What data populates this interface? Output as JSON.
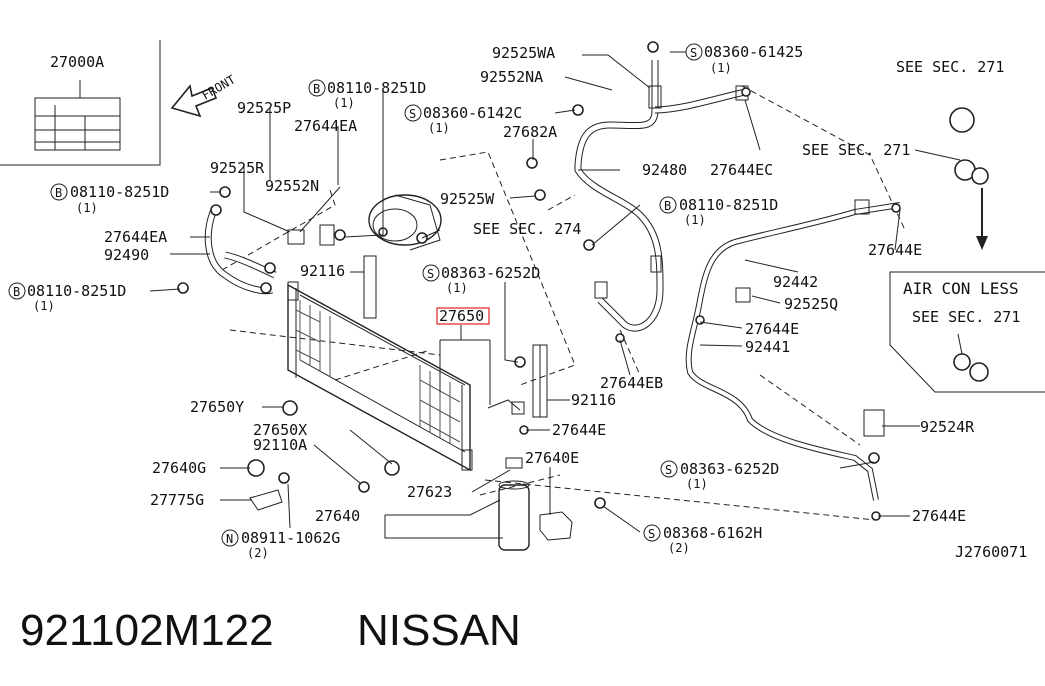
{
  "labels": {
    "l_27000A": "27000A",
    "l_front": "FRONT",
    "l_92525WA": "92525WA",
    "l_s_08360_61425": "08360-61425",
    "l_s_08360_61425_q": "(1)",
    "l_92552NA": "92552NA",
    "l_b_08110_a": "08110-8251D",
    "l_b_08110_a_q": "(1)",
    "l_s_08360_6142c": "08360-6142C",
    "l_s_08360_6142c_q": "(1)",
    "l_92525P": "92525P",
    "l_27644EA_a": "27644EA",
    "l_27682A": "27682A",
    "l_92480": "92480",
    "l_27644EC": "27644EC",
    "l_see271_a": "SEE SEC. 271",
    "l_see271_b": "SEE SEC. 271",
    "l_92525R": "92525R",
    "l_92552N": "92552N",
    "l_b_08110_b": "08110-8251D",
    "l_b_08110_b_q": "(1)",
    "l_92525W": "92525W",
    "l_b_08110_c": "08110-8251D",
    "l_b_08110_c_q": "(1)",
    "l_27644EA_b": "27644EA",
    "l_see274": "SEE SEC. 274",
    "l_27644E_a": "27644E",
    "l_92490": "92490",
    "l_92442": "92442",
    "l_92116_a": "92116",
    "l_s_08363_a": "08363-6252D",
    "l_s_08363_a_q": "(1)",
    "l_b_08110_d": "08110-8251D",
    "l_b_08110_d_q": "(1)",
    "l_92525Q": "92525Q",
    "l_27650": "27650",
    "l_27644E_b": "27644E",
    "l_92441": "92441",
    "l_27644EB": "27644EB",
    "l_27650Y": "27650Y",
    "l_92116_b": "92116",
    "l_27650X": "27650X",
    "l_27644E_c": "27644E",
    "l_92524R": "92524R",
    "l_92110A": "92110A",
    "l_27640E": "27640E",
    "l_27640G": "27640G",
    "l_s_08363_b": "08363-6252D",
    "l_s_08363_b_q": "(1)",
    "l_27623": "27623",
    "l_27775G": "27775G",
    "l_27644E_d": "27644E",
    "l_27640": "27640",
    "l_s_08368": "08368-6162H",
    "l_s_08368_q": "(2)",
    "l_n_08911": "08911-1062G",
    "l_n_08911_q": "(2)",
    "l_aircon_less": "AIR CON LESS",
    "l_code": "J2760071",
    "l_part_number": "921102M122",
    "l_brand": "NISSAN",
    "sym_s": "S",
    "sym_b": "B",
    "sym_n": "N"
  }
}
